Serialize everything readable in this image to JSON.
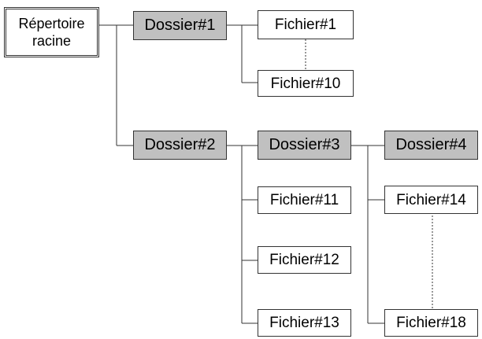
{
  "diagram": {
    "colors": {
      "folder_fill": "#c0c0c0",
      "file_fill": "#ffffff",
      "line": "#333333"
    },
    "nodes": {
      "root": "Répertoire racine",
      "dossier1": "Dossier#1",
      "dossier2": "Dossier#2",
      "dossier3": "Dossier#3",
      "dossier4": "Dossier#4",
      "fichier1": "Fichier#1",
      "fichier10": "Fichier#10",
      "fichier11": "Fichier#11",
      "fichier12": "Fichier#12",
      "fichier13": "Fichier#13",
      "fichier14": "Fichier#14",
      "fichier18": "Fichier#18"
    }
  }
}
